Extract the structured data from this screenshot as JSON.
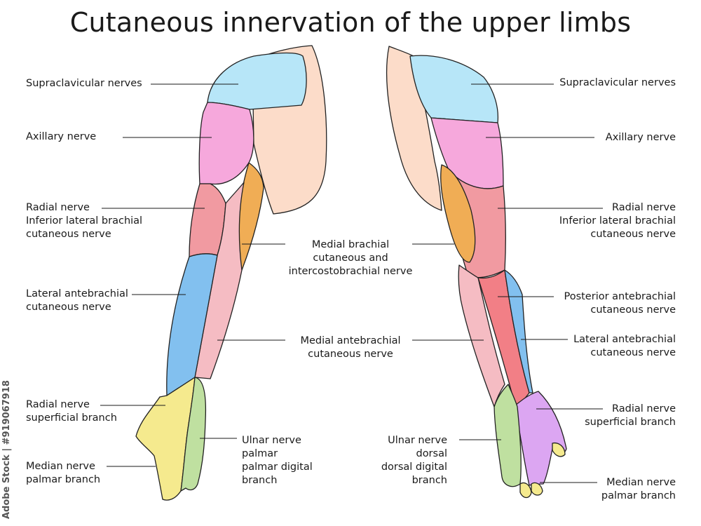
{
  "title": "Cutaneous innervation of the upper limbs",
  "stock_text": "Adobe Stock | #919067918",
  "colors": {
    "supraclavicular": "#b7e6f8",
    "axillary": "#f6a8dc",
    "radial": "#f19aa1",
    "radial_posterior": "#f27f86",
    "medial_brachial": "#f0ad55",
    "medial_antebrachial": "#f5bcc3",
    "lateral_antebrachial": "#82c0ef",
    "radial_superficial": "#dca6f2",
    "median": "#f5ea8e",
    "ulnar": "#bfe0a0",
    "trunk": "#fcdcc9",
    "outline": "#222222"
  },
  "left_labels": {
    "supraclavicular": "Supraclavicular nerves",
    "axillary": "Axillary nerve",
    "radial_1": "Radial nerve",
    "radial_2": "Inferior lateral brachial",
    "radial_3": "cutaneous nerve",
    "lat_ante_1": "Lateral antebrachial",
    "lat_ante_2": "cutaneous nerve",
    "radial_sup_1": "Radial nerve",
    "radial_sup_2": "superficial branch",
    "median_1": "Median nerve",
    "median_2": "palmar branch"
  },
  "center_labels": {
    "medial_brachial_1": "Medial brachial",
    "medial_brachial_2": "cutaneous and",
    "medial_brachial_3": "intercostobrachial nerve",
    "medial_ante_1": "Medial antebrachial",
    "medial_ante_2": "cutaneous nerve",
    "ulnar_palmar_1": "Ulnar nerve",
    "ulnar_palmar_2": "palmar",
    "ulnar_palmar_3": "palmar digital",
    "ulnar_palmar_4": "branch",
    "ulnar_dorsal_1": "Ulnar nerve",
    "ulnar_dorsal_2": "dorsal",
    "ulnar_dorsal_3": "dorsal digital",
    "ulnar_dorsal_4": "branch"
  },
  "right_labels": {
    "supraclavicular": "Supraclavicular nerves",
    "axillary": "Axillary nerve",
    "radial_1": "Radial nerve",
    "radial_2": "Inferior lateral brachial",
    "radial_3": "cutaneous nerve",
    "post_ante_1": "Posterior antebrachial",
    "post_ante_2": "cutaneous nerve",
    "lat_ante_1": "Lateral antebrachial",
    "lat_ante_2": "cutaneous nerve",
    "radial_sup_1": "Radial nerve",
    "radial_sup_2": "superficial branch",
    "median_1": "Median nerve",
    "median_2": "palmar branch"
  }
}
